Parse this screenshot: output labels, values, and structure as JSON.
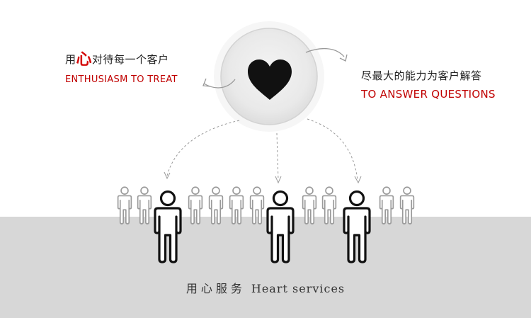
{
  "left_slogan": {
    "zh_prefix": "用",
    "zh_highlight": "心",
    "zh_suffix": "对待每一个客户",
    "en": "ENTHUSIASM TO TREAT"
  },
  "right_slogan": {
    "zh": "尽最大的能力为客户解答",
    "en": "TO ANSWER QUESTIONS"
  },
  "caption": {
    "zh": "用心服务",
    "en": "Heart services"
  },
  "colors": {
    "accent_red": "#d40b0b",
    "ground_gray": "#d7d7d7",
    "heart": "#111111"
  },
  "icons": [
    "heart-icon",
    "person-icon"
  ]
}
